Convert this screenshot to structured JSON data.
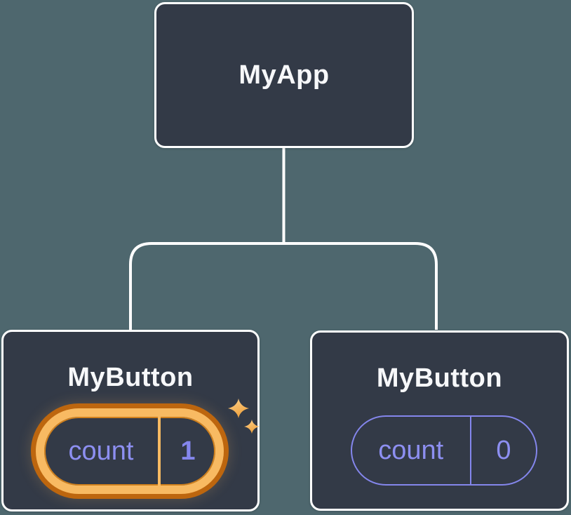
{
  "tree": {
    "root": {
      "label": "MyApp"
    },
    "children": [
      {
        "label": "MyButton",
        "highlighted": true,
        "state": {
          "key": "count",
          "value": "1"
        }
      },
      {
        "label": "MyButton",
        "highlighted": false,
        "state": {
          "key": "count",
          "value": "0"
        }
      }
    ]
  },
  "icons": {
    "sparkles": "sparkles-icon"
  },
  "colors": {
    "background": "#4e676e",
    "card_background": "#333a47",
    "card_border": "#ffffff",
    "connector": "#ffffff",
    "label_text": "#f7f8fa",
    "state_text": "#8d8ff1",
    "state_value_highlighted": "#8486ec",
    "pill_border_normal": "#8486ec",
    "highlight_ring_gold": "#f8ba62",
    "highlight_ring_outer": "#bd660e",
    "highlight_ring_inner_edge": "#d0801d",
    "sparkle_light": "#ffd18b",
    "sparkle_dark": "#eea23f"
  }
}
